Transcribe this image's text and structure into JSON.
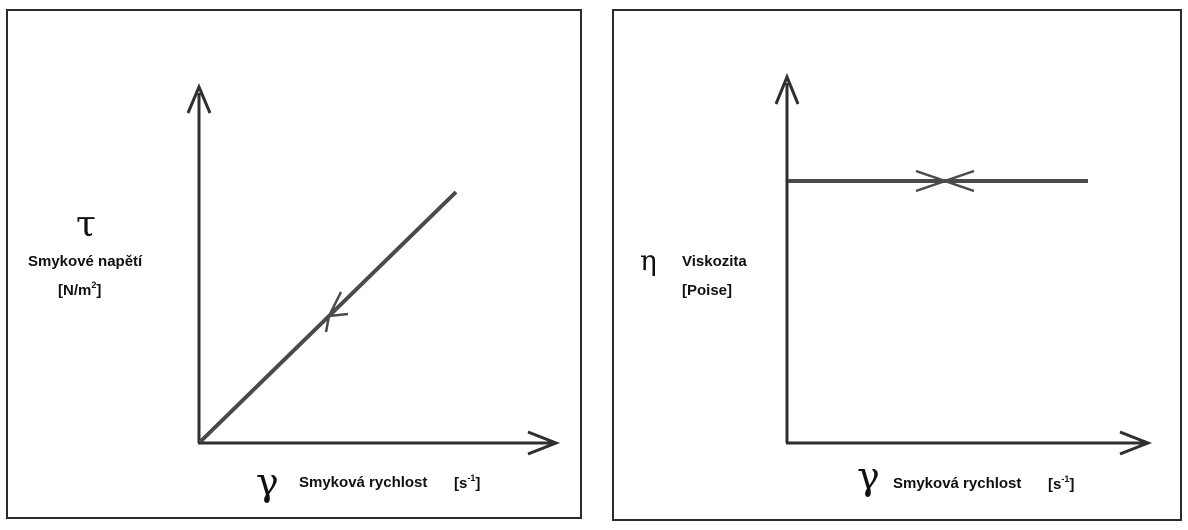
{
  "left_panel": {
    "y_symbol": "τ",
    "y_label": "Smykové napětí",
    "y_unit_base": "[N/m",
    "y_unit_exp": "2",
    "y_unit_end": "]",
    "x_symbol": "γ",
    "x_label": "Smyková rychlost",
    "x_unit_base": "[s",
    "x_unit_exp": "-1",
    "x_unit_end": "]"
  },
  "right_panel": {
    "y_symbol": "η",
    "y_label": "Viskozita",
    "y_unit": "[Poise]",
    "x_symbol": "γ",
    "x_label": "Smyková rychlost",
    "x_unit_base": "[s",
    "x_unit_exp": "-1",
    "x_unit_end": "]"
  },
  "colors": {
    "line": "#4a4a4a",
    "axis": "#2f2f2f",
    "frame": "#2b2b2b"
  }
}
